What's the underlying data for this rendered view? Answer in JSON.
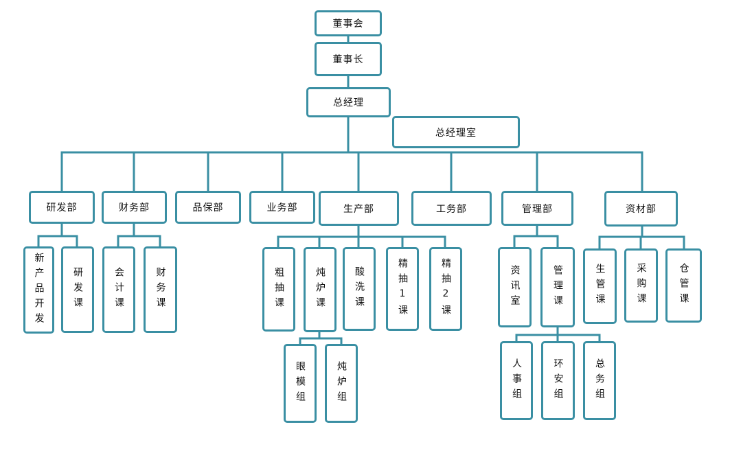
{
  "nodes": {
    "board": "董事会",
    "chairman": "董事长",
    "gm": "总经理",
    "gm_office": "总经理室",
    "rd": "研发部",
    "finance": "财务部",
    "qa": "品保部",
    "sales": "业务部",
    "production": "生产部",
    "engineering": "工务部",
    "management": "管理部",
    "materials": "资材部",
    "new_product": "新产品开发",
    "rd_section": "研发课",
    "accounting": "会计课",
    "finance_section": "财务课",
    "rough_draw": "粗抽课",
    "furnace": "炖炉课",
    "pickling": "酸洗课",
    "fine_draw_1": "精抽1课",
    "fine_draw_2": "精抽2课",
    "it_room": "资讯室",
    "mgmt_section": "管理课",
    "prod_control": "生管课",
    "purchasing": "采购课",
    "warehouse": "仓管课",
    "eye_mold": "眼模组",
    "furnace_group": "炖炉组",
    "hr": "人事组",
    "env_safety": "环安组",
    "general_affairs": "总务组"
  },
  "colors": {
    "line": "#3a8fa3",
    "border": "#3a8fa3",
    "text": "#111111"
  }
}
